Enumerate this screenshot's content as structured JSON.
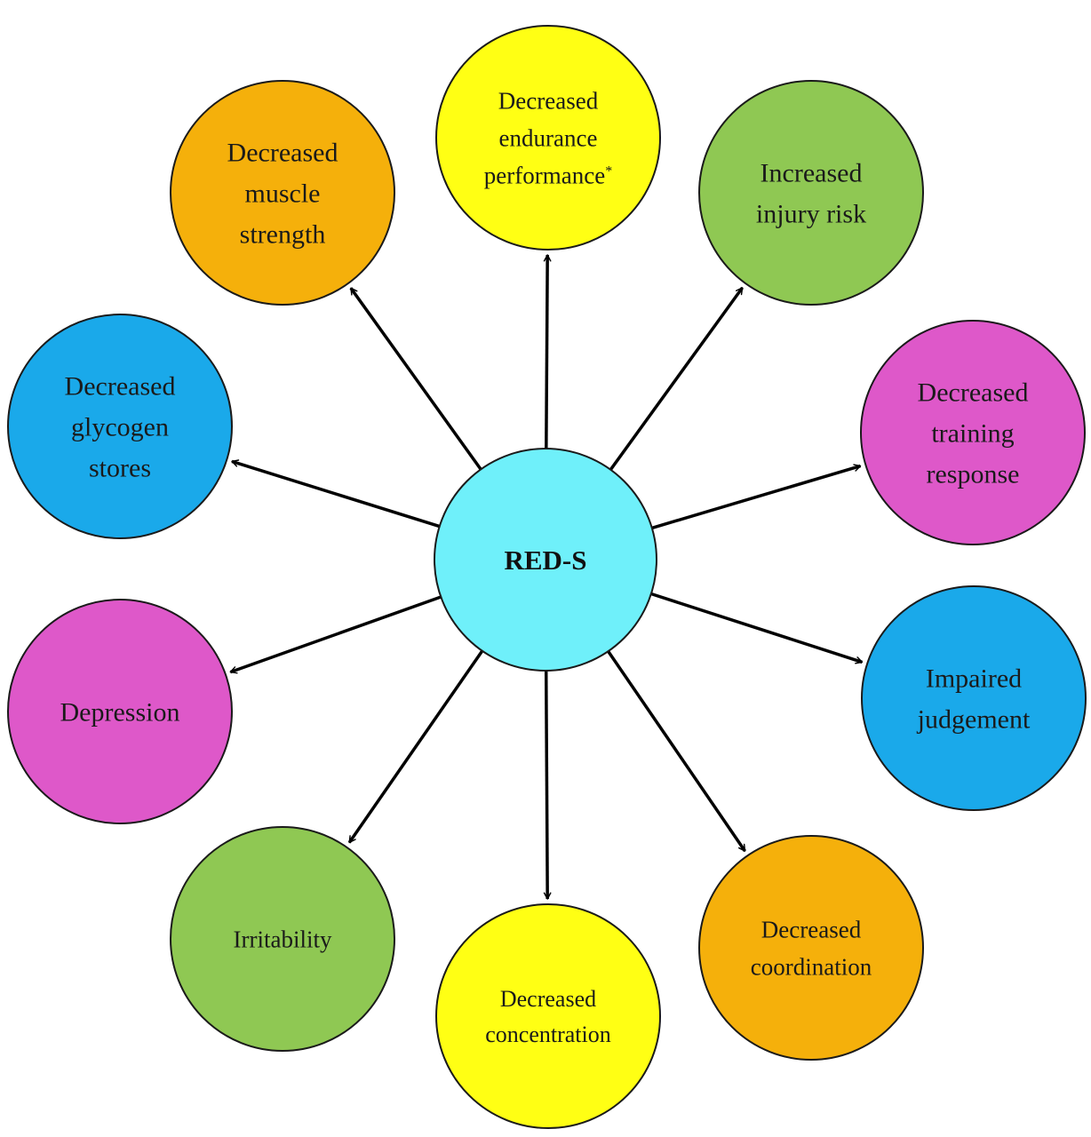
{
  "diagram": {
    "center": {
      "label": "RED-S",
      "color": "#6ff0fa"
    },
    "nodes": [
      {
        "id": "endurance",
        "lines": [
          "Decreased",
          "endurance",
          "performance"
        ],
        "marker": "*",
        "color": "#ffff14"
      },
      {
        "id": "injury",
        "lines": [
          "Increased",
          "injury risk"
        ],
        "color": "#8fc853"
      },
      {
        "id": "training",
        "lines": [
          "Decreased",
          "training",
          "response"
        ],
        "color": "#de58c9"
      },
      {
        "id": "judgement",
        "lines": [
          "Impaired",
          "judgement"
        ],
        "color": "#1aa9ea"
      },
      {
        "id": "coordination",
        "lines": [
          "Decreased",
          "coordination"
        ],
        "color": "#f5b00b"
      },
      {
        "id": "concentration",
        "lines": [
          "Decreased",
          "concentration"
        ],
        "color": "#ffff14"
      },
      {
        "id": "irritability",
        "lines": [
          "Irritability"
        ],
        "color": "#8fc853"
      },
      {
        "id": "depression",
        "lines": [
          "Depression"
        ],
        "color": "#de58c9"
      },
      {
        "id": "glycogen",
        "lines": [
          "Decreased",
          "glycogen",
          "stores"
        ],
        "color": "#1aa9ea"
      },
      {
        "id": "strength",
        "lines": [
          "Decreased",
          "muscle",
          "strength"
        ],
        "color": "#f5b00b"
      }
    ]
  }
}
